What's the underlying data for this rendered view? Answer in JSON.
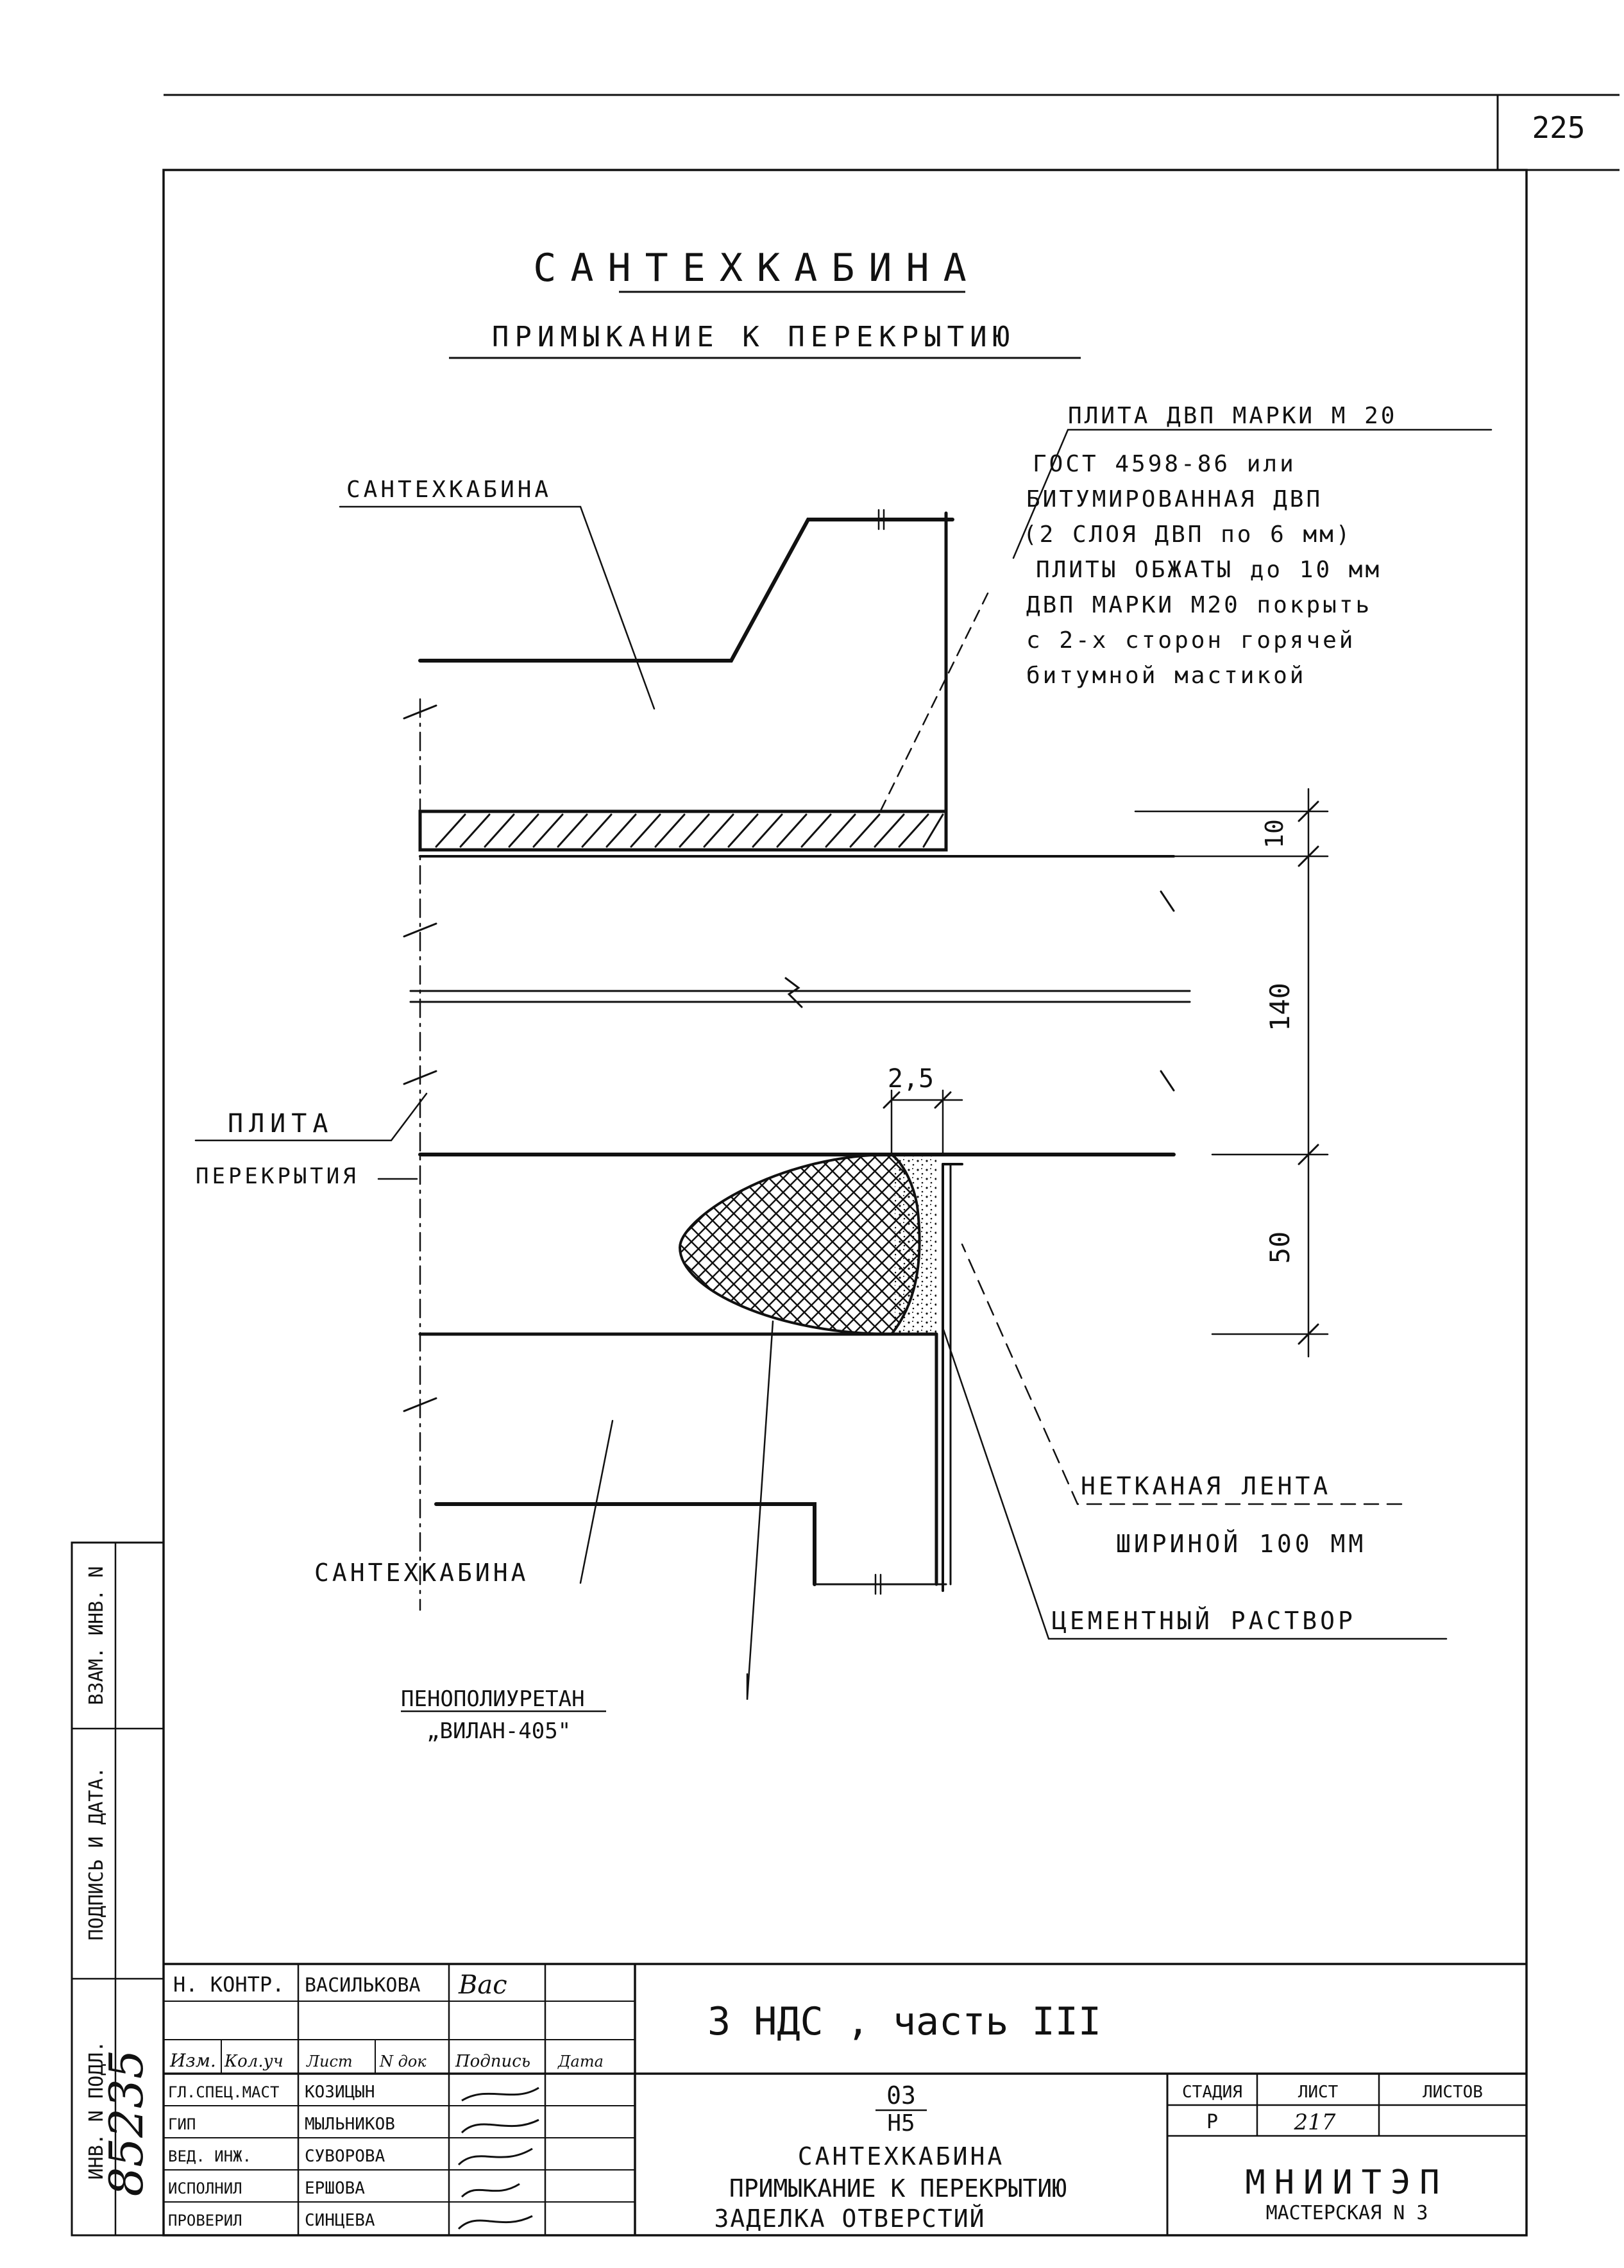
{
  "page_number": "225",
  "title": "САНТЕХКАБИНА",
  "subtitle": "ПРИМЫКАНИЕ К ПЕРЕКРЫТИЮ",
  "labels": {
    "cabin_top": "САНТЕХКАБИНА",
    "cabin_bottom": "САНТЕХКАБИНА",
    "slab_line1": "ПЛИТА",
    "slab_line2": "ПЕРЕКРЫТИЯ",
    "foam_line1": "ПЕНОПОЛИУРЕТАН",
    "foam_line2": "„ВИЛАН-405\"",
    "tape_line1": "НЕТКАНАЯ ЛЕНТА",
    "tape_line2": "ШИРИНОЙ 100 ММ",
    "mortar": "ЦЕМЕНТНЫЙ РАСТВОР"
  },
  "note_lines": [
    "ПЛИТА ДВП МАРКИ М 20",
    "ГОСТ 4598-86 или",
    "БИТУМИРОВАННАЯ ДВП",
    "(2 СЛОЯ ДВП по 6 мм)",
    "ПЛИТЫ ОБЖАТЫ до 10 мм",
    "ДВП МАРКИ М20 покрыть",
    "с 2-х сторон горячей",
    "битумной мастикой"
  ],
  "dimensions": {
    "d_10": "10",
    "d_140": "140",
    "d_50": "50",
    "d_25": "2,5"
  },
  "margin_stamp": {
    "f1": "ВЗАМ. ИНВ. N",
    "f2": "ПОДПИСЬ И ДАТА.",
    "f3": "ИНВ. N ПОДЛ.",
    "inv_number": "85235"
  },
  "title_block": {
    "doc_code": "3 НДС , часть III",
    "norm_control_role": "Н. КОНТР.",
    "norm_control_name": "ВАСИЛЬКОВА",
    "header": [
      "Изм.",
      "Кол.уч",
      "Лист",
      "N док",
      "Подпись",
      "Дата"
    ],
    "roles": [
      {
        "role": "ГЛ.СПЕЦ.МАСТ",
        "name": "КОЗИЦЫН"
      },
      {
        "role": "ГИП",
        "name": "МЫЛЬНИКОВ"
      },
      {
        "role": "ВЕД. ИНЖ.",
        "name": "СУВОРОВА"
      },
      {
        "role": "ИСПОЛНИЛ",
        "name": "ЕРШОВА"
      },
      {
        "role": "ПРОВЕРИЛ",
        "name": "СИНЦЕВА"
      }
    ],
    "code_top": "03",
    "code_bottom": "Н5",
    "name_line1": "САНТЕХКАБИНА",
    "name_line2": "ПРИМЫКАНИЕ К ПЕРЕКРЫТИЮ",
    "name_line3": "ЗАДЕЛКА ОТВЕРСТИЙ",
    "stage_label": "СТАДИЯ",
    "sheet_label": "ЛИСТ",
    "sheets_label": "ЛИСТОВ",
    "stage_value": "Р",
    "sheet_value": "217",
    "org_name": "МНИИТЭП",
    "org_sub": "МАСТЕРСКАЯ N 3"
  }
}
